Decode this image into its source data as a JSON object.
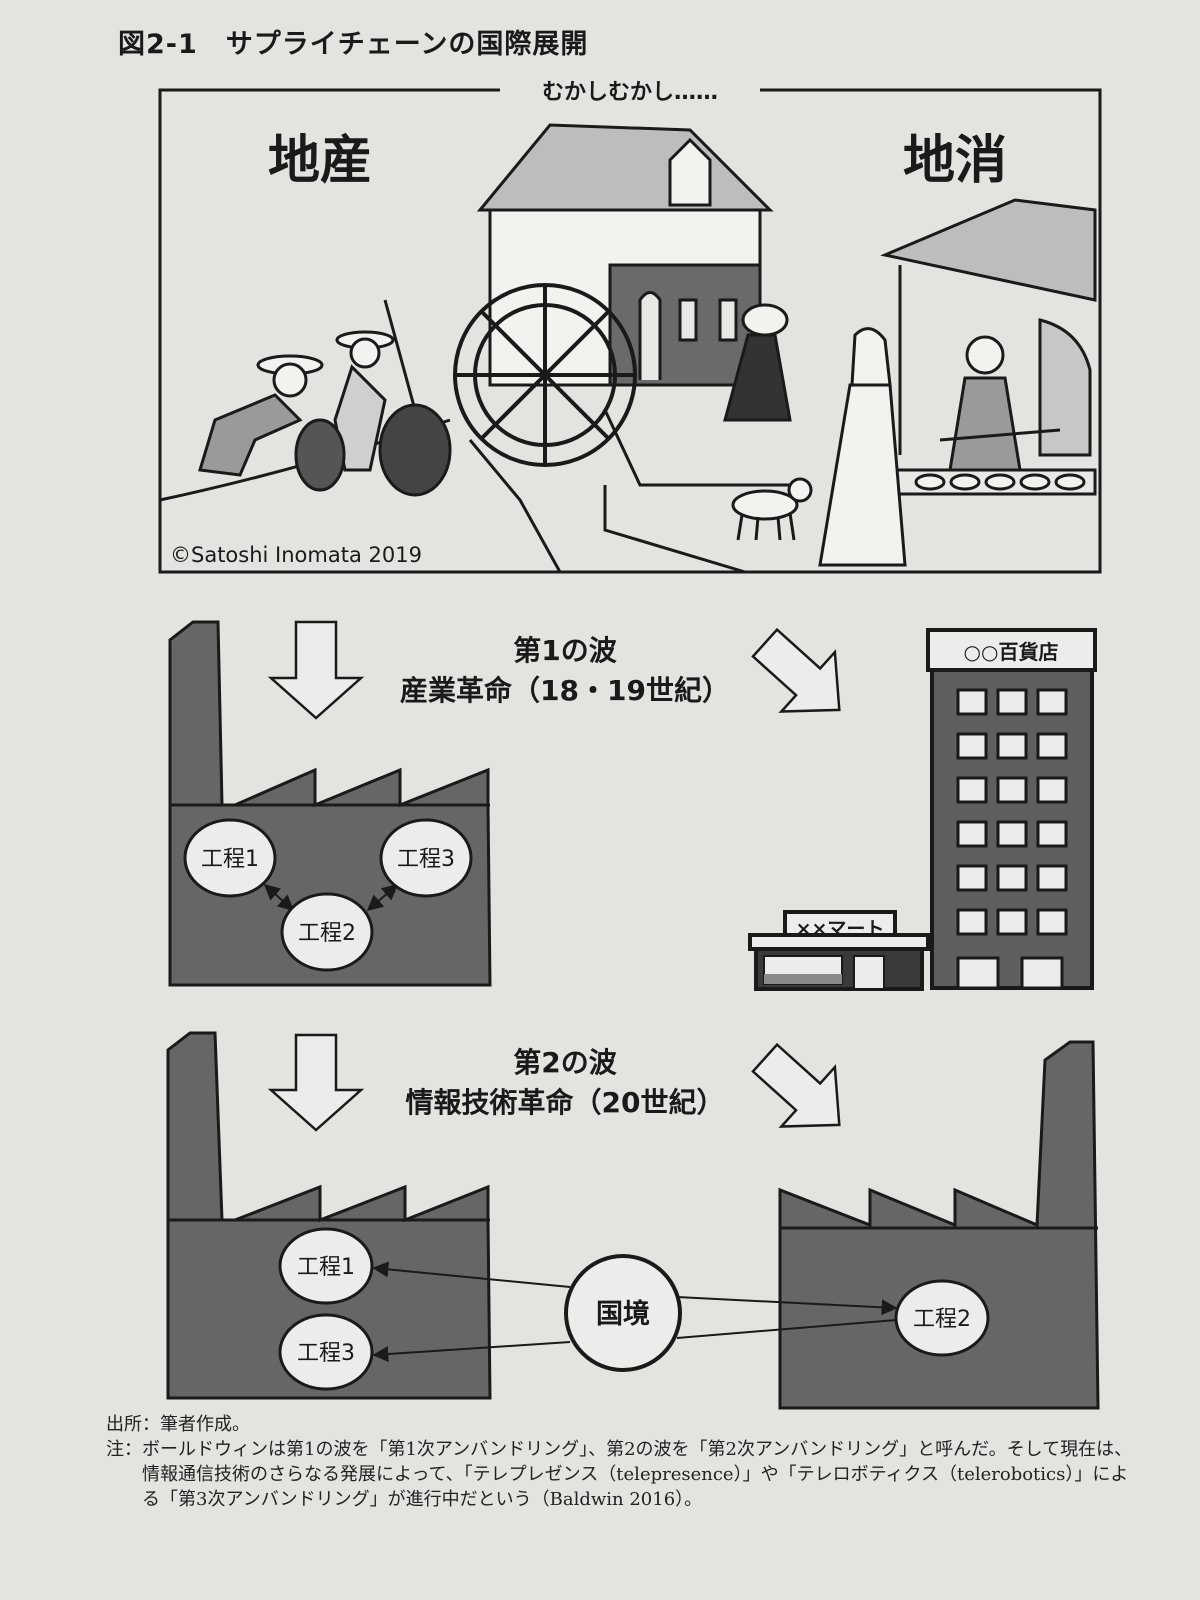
{
  "figure": {
    "title": "図2-1　サプライチェーンの国際展開"
  },
  "panel_top": {
    "caption": "むかしむかし……",
    "left_label": "地産",
    "right_label": "地消",
    "credit": "©Satoshi Inomata 2019"
  },
  "wave1": {
    "title": "第1の波",
    "subtitle": "産業革命（18・19世紀）",
    "process_1": "工程1",
    "process_2": "工程2",
    "process_3": "工程3",
    "dept_store_sign": "○○百貨店",
    "mart_sign": "××マート"
  },
  "wave2": {
    "title": "第2の波",
    "subtitle": "情報技術革命（20世紀）",
    "process_1": "工程1",
    "process_2": "工程2",
    "process_3": "工程3",
    "border": "国境"
  },
  "notes": {
    "source_head": "出所：",
    "source_text": "筆者作成。",
    "note_head": "注：",
    "note_text": "ボールドウィンは第1の波を「第1次アンバンドリング」、第2の波を「第2次アンバンドリング」と呼んだ。そして現在は、情報通信技術のさらなる発展によって、「テレプレゼンス（telepresence）」や「テレロボティクス（telerobotics）」による「第3次アンバンドリング」が進行中だという（Baldwin 2016）。"
  },
  "colors": {
    "factory_fill": "#666666",
    "paper": "#e3e3e0",
    "ink": "#1a1a1a"
  }
}
